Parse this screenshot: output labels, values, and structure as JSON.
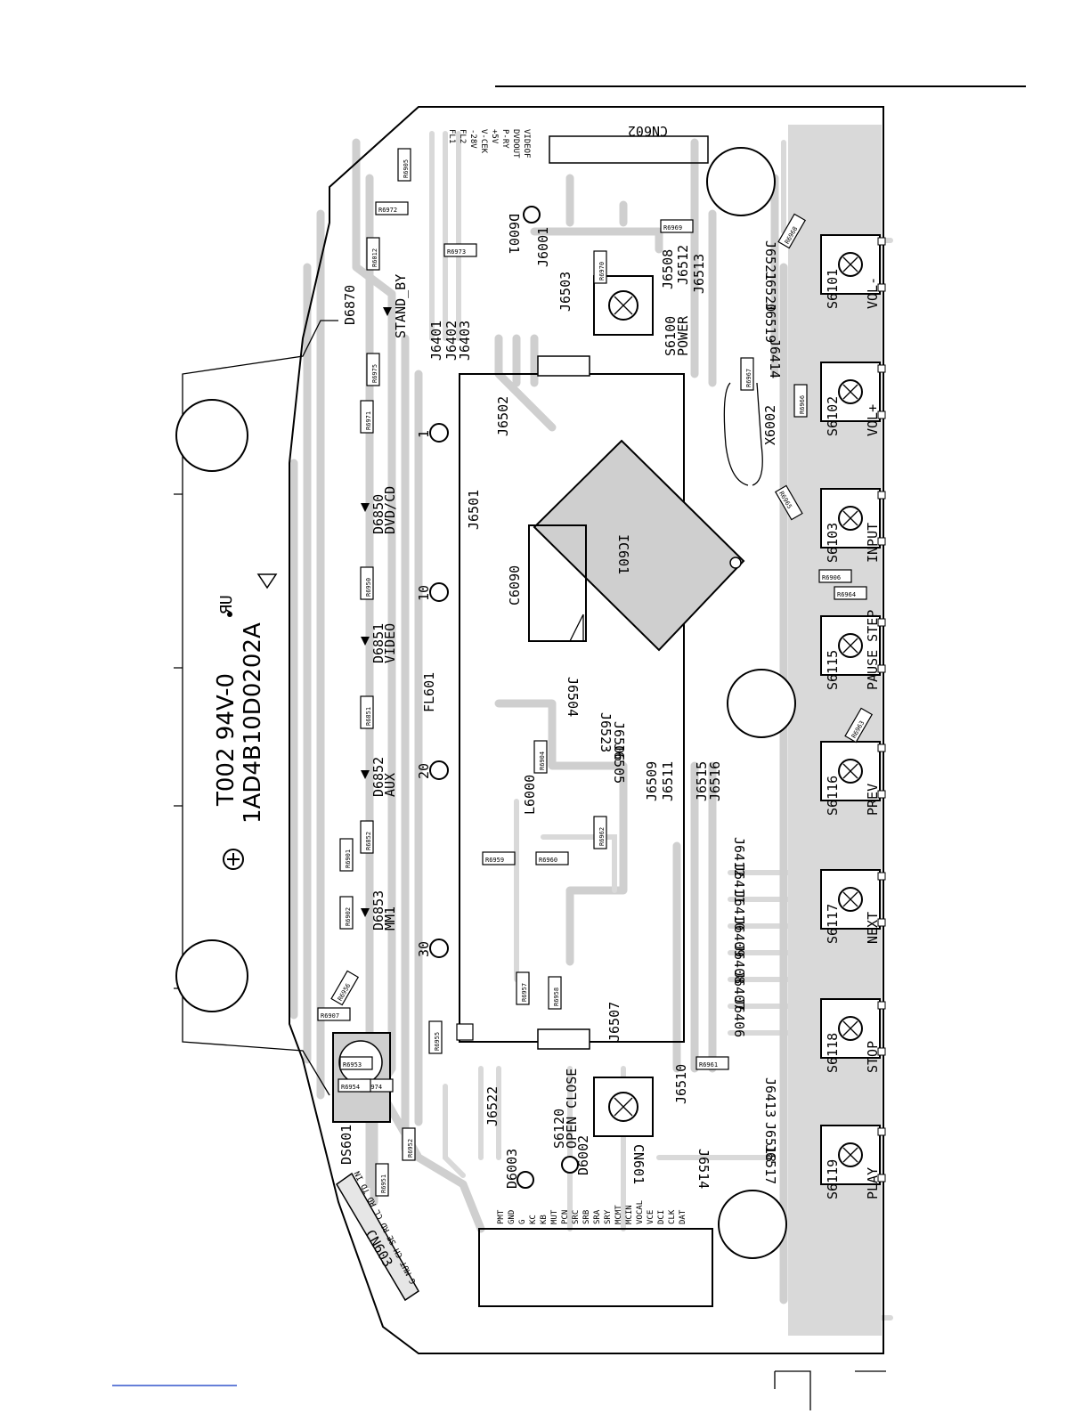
{
  "header": {
    "rule": true
  },
  "board": {
    "marking_line1": "T002 94V-0",
    "marking_line2": "1AD4B10D0202A",
    "ic_label": "IC601",
    "display_label": "FL601",
    "cap_label": "C6090",
    "crystal_label": "X6002",
    "pin_labels": [
      "1",
      "10",
      "20",
      "30"
    ],
    "connectors": {
      "cn602": {
        "label": "CN602",
        "pins": [
          "FL1",
          "FL2",
          "-28V",
          "V-CEK",
          "+5V",
          "P-RY",
          "DVDOUT",
          "VIDEOF"
        ]
      },
      "cn601": {
        "label": "CN601",
        "pins": [
          "PMT",
          "GND",
          "G",
          "KC",
          "KB",
          "MUT",
          "PCN",
          "SRC",
          "SRB",
          "SRA",
          "SRY",
          "MCMT",
          "MCIN",
          "VOCAL",
          "VCE",
          "DCI",
          "CLK",
          "DAT"
        ]
      },
      "cn603": {
        "label": "CN603",
        "pins": "G MUT CH SE RD CL RD TD IN"
      }
    },
    "switches": [
      {
        "ref": "S6101",
        "name": "VOL-"
      },
      {
        "ref": "S6102",
        "name": "VOL+"
      },
      {
        "ref": "S6103",
        "name": "INPUT"
      },
      {
        "ref": "S6115",
        "name": "PAUSE STEP"
      },
      {
        "ref": "S6116",
        "name": "PREV"
      },
      {
        "ref": "S6117",
        "name": "NEXT"
      },
      {
        "ref": "S6118",
        "name": "STOP"
      },
      {
        "ref": "S6119",
        "name": "PLAY"
      },
      {
        "ref": "S6100",
        "name": "POWER"
      },
      {
        "ref": "S6120",
        "name": "OPEN CLOSE"
      }
    ],
    "leds": [
      {
        "ref": "D6870",
        "name": "STAND_BY"
      },
      {
        "ref": "D6850",
        "name": "DVD/CD"
      },
      {
        "ref": "D6851",
        "name": "VIDEO"
      },
      {
        "ref": "D6852",
        "name": "AUX"
      },
      {
        "ref": "D6853",
        "name": "MM1"
      }
    ],
    "other_refs": {
      "d6001": "D6001",
      "d6003": "D6003",
      "d6002": "D6002",
      "ds601": "DS601",
      "l6000": "L6000"
    },
    "resistors": [
      "R6905",
      "R6972",
      "R6012",
      "R6973",
      "R6975",
      "R6971",
      "R6950",
      "R6851",
      "R6852",
      "R6901",
      "R6902",
      "R6956",
      "R6955",
      "R6907",
      "R6974",
      "R6952",
      "R6951",
      "R6953",
      "R6954",
      "R6959",
      "R6960",
      "R6957",
      "R6958",
      "R6961",
      "R6962",
      "R6963",
      "R6964",
      "R6965",
      "R6966",
      "R6967",
      "R6968",
      "R6969",
      "R6970",
      "R6904",
      "R6906"
    ],
    "jumpers_left": [
      "J6401",
      "J6402",
      "J6403",
      "J6501",
      "J6502",
      "J6522"
    ],
    "jumpers_mid": [
      "J6503",
      "J6001",
      "J6508",
      "J6512",
      "J6513",
      "J6504",
      "J6523",
      "J6506",
      "J6505",
      "J6509",
      "J6511",
      "J6515",
      "J6516",
      "J6507",
      "J6510",
      "J6514"
    ],
    "jumpers_right": [
      "J6521",
      "J6520",
      "J6519",
      "J6414",
      "J6412",
      "J6411",
      "J6410",
      "J6409",
      "J6408",
      "J6407",
      "J6406",
      "J6413",
      "J6518",
      "J6517"
    ]
  }
}
